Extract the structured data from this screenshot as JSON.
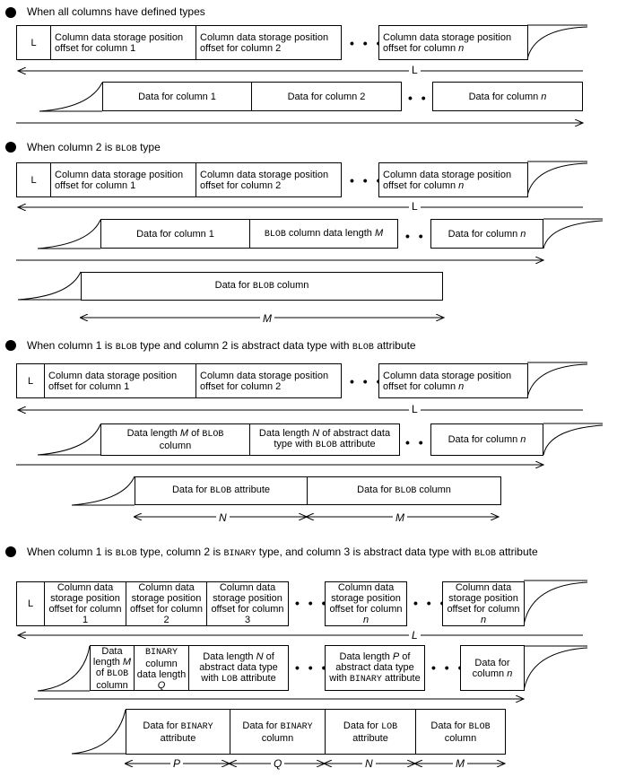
{
  "s1": {
    "heading": "When all columns have defined types",
    "l_mark": "L",
    "off1": "Column data storage position offset for column 1",
    "off2": "Column data storage position offset for column 2",
    "offn": "Column data storage position offset for column ",
    "n": "n",
    "dots": "• • •",
    "L": "L",
    "data1": "Data for column 1",
    "data2": "Data for column 2",
    "datan": "Data for column "
  },
  "s2": {
    "heading_pre": "When column 2 is ",
    "heading_mono": "BLOB",
    "heading_post": " type",
    "l_mark": "L",
    "off1": "Column data storage position offset for column 1",
    "off2": "Column data storage position offset for column 2",
    "offn": "Column data storage position offset for column ",
    "n": "n",
    "dots": "• • •",
    "L": "L",
    "data1": "Data for column 1",
    "blob_len_mono": "BLOB",
    "blob_len_rest": " column data length ",
    "M": "M",
    "datan": "Data for column ",
    "blob_data_pre": "Data for ",
    "blob_data_mono": "BLOB",
    "blob_data_post": " column",
    "Mlabel": "M"
  },
  "s3": {
    "heading_a": "When column 1 is ",
    "heading_b": "BLOB",
    "heading_c": " type and column 2 is abstract data type with ",
    "heading_d": "BLOB",
    "heading_e": " attribute",
    "l_mark": "L",
    "off1": "Column data storage position offset for column 1",
    "off2": "Column data storage position offset for column 2",
    "offn": "Column data storage position offset for column ",
    "n": "n",
    "dots": "• • •",
    "L": "L",
    "len_m_a": "Data length ",
    "len_m_b": "M",
    "len_m_c": " of ",
    "len_m_d": "BLOB",
    "len_m_e": " column",
    "len_n_a": "Data length ",
    "len_n_b": "N",
    "len_n_c": " of abstract data type with ",
    "len_n_d": "BLOB",
    "len_n_e": " attribute",
    "datan": "Data for column ",
    "attr_a": "Data for ",
    "attr_b": "BLOB",
    "attr_c": " attribute",
    "col_a": "Data for ",
    "col_b": "BLOB",
    "col_c": " column",
    "N": "N",
    "M": "M"
  },
  "s4": {
    "heading_a": "When column 1 is ",
    "heading_b": "BLOB",
    "heading_c": " type, column 2 is ",
    "heading_d": "BINARY",
    "heading_e": " type, and column 3 is abstract data type with ",
    "heading_f": "BLOB",
    "heading_g": " attribute",
    "l_mark": "L",
    "off1": "Column data storage position offset for column 1",
    "off2": "Column data storage position offset for column 2",
    "off3": "Column data storage position offset for column 3",
    "offn": "Column data storage position offset for column ",
    "n": "n",
    "dots": "• • •",
    "L": "L",
    "lenM_a": "Data length ",
    "lenM_b": "M",
    "lenM_c": " of ",
    "lenM_d": "BLOB",
    "lenM_e": " column",
    "binlen_a": "BINARY",
    "binlen_b": " column data length ",
    "binlen_c": "Q",
    "lenN_a": "Data length ",
    "lenN_b": "N",
    "lenN_c": " of abstract data type with ",
    "lenN_d": "LOB",
    "lenN_e": " attribute",
    "lenP_a": "Data length ",
    "lenP_b": "P",
    "lenP_c": " of abstract data type with ",
    "lenP_d": "BINARY",
    "lenP_e": " attribute",
    "datan_a": "Data for column ",
    "d1_a": "Data for ",
    "d1_b": "BINARY",
    "d1_c": " attribute",
    "d2_a": "Data for ",
    "d2_b": "BINARY",
    "d2_c": " column",
    "d3_a": "Data for ",
    "d3_b": "LOB",
    "d3_c": " attribute",
    "d4_a": "Data for ",
    "d4_b": "BLOB",
    "d4_c": " column",
    "P": "P",
    "Q": "Q",
    "N": "N",
    "M": "M"
  }
}
